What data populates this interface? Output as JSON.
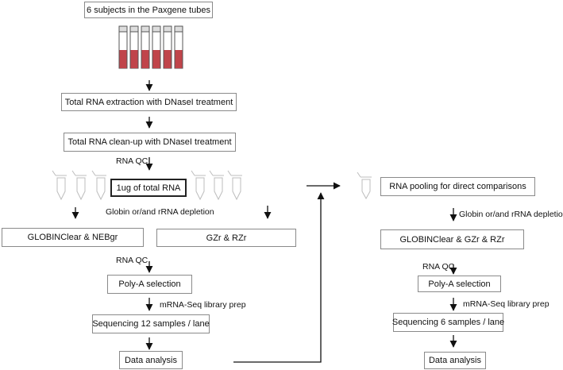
{
  "left_flow": {
    "subjects": "6 subjects in the Paxgene tubes",
    "extraction": "Total RNA extraction with DNaseI treatment",
    "cleanup": "Total RNA clean-up with DNaseI treatment",
    "rna_qc_1": "RNA QC",
    "total_rna": "1ug of total RNA",
    "depletion": "Globin or/and rRNA depletion",
    "globinclear_nebgr": "GLOBINClear & NEBgr",
    "gzr_rzr": "GZr & RZr",
    "rna_qc_2": "RNA QC",
    "polya": "Poly-A selection",
    "library_prep": "mRNA-Seq library prep",
    "sequencing": "Sequencing 12 samples / lane",
    "data_analysis": "Data analysis"
  },
  "right_flow": {
    "pooling": "RNA pooling for direct comparisons",
    "depletion": "Globin or/and rRNA depletion",
    "globinclear_gzr_rzr": "GLOBINClear & GZr & RZr",
    "rna_qc": "RNA QC",
    "polya": "Poly-A selection",
    "library_prep": "mRNA-Seq library prep",
    "sequencing": "Sequencing 6 samples / lane",
    "data_analysis": "Data analysis"
  },
  "colors": {
    "blood": "#c0444a",
    "tube_outline": "#555555",
    "tube_cap": "#dddddd",
    "small_tube": "#bcbcbc",
    "arrow": "#111111",
    "box_border": "#8a8a8a"
  },
  "icons": {
    "paxgene_tubes": "paxgene-tube-icon",
    "small_tubes": "microcentrifuge-tube-icon"
  }
}
